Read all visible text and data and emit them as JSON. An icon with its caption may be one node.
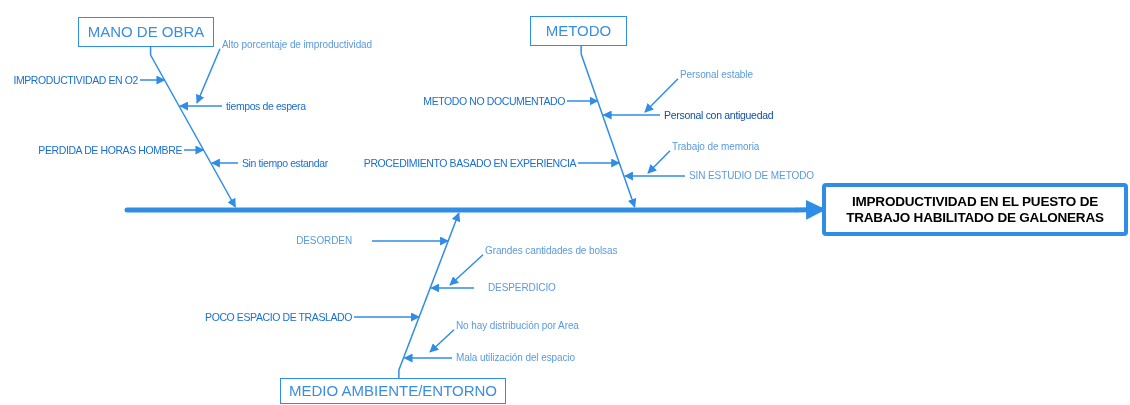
{
  "diagram": {
    "nodes": [
      {
        "text": [
          "MANO DE OBRA"
        ]
      },
      {
        "text": [
          "METODO"
        ]
      },
      {
        "text": [
          "MEDIO AMBIENTE/ENTORNO"
        ]
      },
      {
        "text": [
          "IMPRODUCTIVIDAD EN EL PUESTO DE TRABAJO HABILITADO DE GALONERAS"
        ]
      },
      {
        "text": [
          "IMPRODUCTIVIDAD EN O2"
        ]
      },
      {
        "text": [
          "Alto porcentaje de improductividad"
        ]
      },
      {
        "text": [
          "tiempos de espera"
        ]
      },
      {
        "text": [
          "PERDIDA DE HORAS HOMBRE"
        ]
      },
      {
        "text": [
          "Sin tiempo estandar"
        ]
      },
      {
        "text": [
          "Personal estable"
        ]
      },
      {
        "text": [
          "METODO NO DOCUMENTADO"
        ]
      },
      {
        "text": [
          "Personal con antiguedad"
        ]
      },
      {
        "text": [
          "Trabajo de memoria"
        ]
      },
      {
        "text": [
          "PROCEDIMIENTO BASADO EN EXPERIENCIA"
        ]
      },
      {
        "text": [
          "SIN ESTUDIO DE METODO"
        ]
      },
      {
        "text": [
          "DESORDEN"
        ]
      },
      {
        "text": [
          "Grandes cantidades de bolsas"
        ]
      },
      {
        "text": [
          "DESPERDICIO"
        ]
      },
      {
        "text": [
          "POCO ESPACIO DE TRASLADO"
        ]
      },
      {
        "text": [
          "No hay distribución por Area"
        ]
      },
      {
        "text": [
          "Mala utilización del espacio"
        ]
      },
      {
        "text": [],
        "shape": "bar"
      },
      {
        "text": [],
        "shape": "line"
      },
      {
        "text": [],
        "shape": "line"
      },
      {
        "text": [],
        "shape": "line"
      }
    ],
    "edges": [
      {
        "from": 21,
        "to": 3,
        "arrow": "to",
        "style": "thick"
      },
      {
        "from": 22,
        "to": 21,
        "arrow": "to"
      },
      {
        "from": 23,
        "to": 21,
        "arrow": "to"
      },
      {
        "from": 24,
        "to": 21,
        "arrow": "to"
      },
      {
        "from": 4,
        "to": 22,
        "arrow": "to"
      },
      {
        "from": 5,
        "to": 22,
        "arrow": "to"
      },
      {
        "from": 6,
        "to": 22,
        "arrow": "to"
      },
      {
        "from": 7,
        "to": 22,
        "arrow": "to"
      },
      {
        "from": 8,
        "to": 22,
        "arrow": "to"
      },
      {
        "from": 9,
        "to": 23,
        "arrow": "to"
      },
      {
        "from": 10,
        "to": 23,
        "arrow": "to"
      },
      {
        "from": 11,
        "to": 23,
        "arrow": "to"
      },
      {
        "from": 12,
        "to": 23,
        "arrow": "to"
      },
      {
        "from": 13,
        "to": 23,
        "arrow": "to"
      },
      {
        "from": 14,
        "to": 23,
        "arrow": "to"
      },
      {
        "from": 15,
        "to": 24,
        "arrow": "to"
      },
      {
        "from": 16,
        "to": 24,
        "arrow": "to"
      },
      {
        "from": 17,
        "to": 24,
        "arrow": "to"
      },
      {
        "from": 18,
        "to": 24,
        "arrow": "to"
      },
      {
        "from": 19,
        "to": 24,
        "arrow": "to"
      },
      {
        "from": 20,
        "to": 24,
        "arrow": "to"
      },
      {
        "from": 0,
        "to": 22,
        "arrow": "none"
      },
      {
        "from": 1,
        "to": 23,
        "arrow": "none"
      },
      {
        "from": 2,
        "to": 24,
        "arrow": "none"
      }
    ]
  }
}
